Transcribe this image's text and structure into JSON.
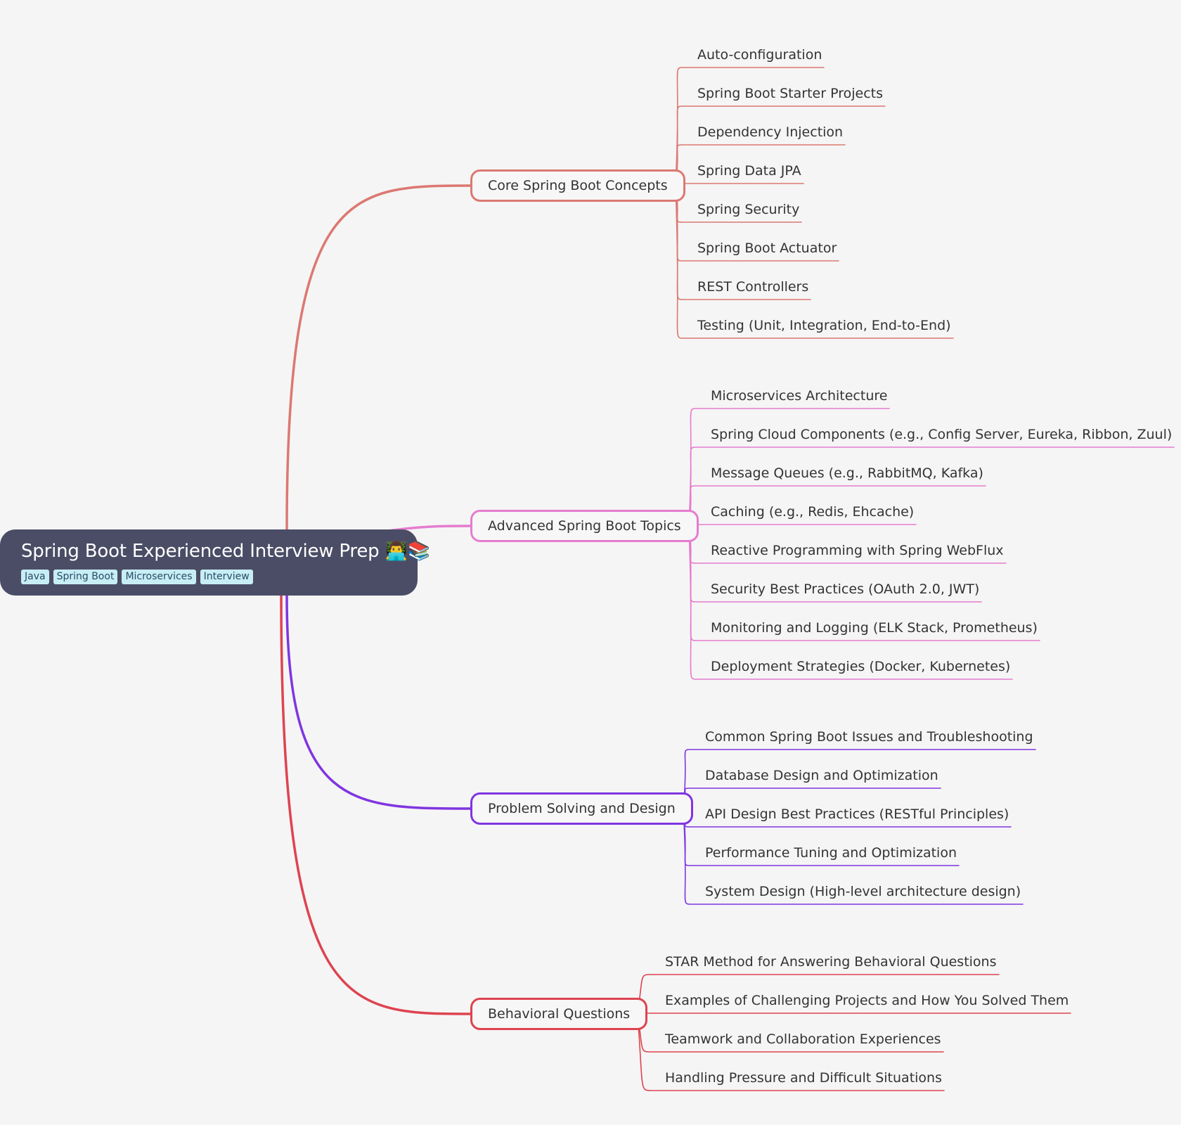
{
  "root": {
    "title": "Spring Boot Experienced Interview Prep 👨‍💻📚",
    "tags": [
      "Java",
      "Spring Boot",
      "Microservices",
      "Interview"
    ]
  },
  "branches": [
    {
      "label": "Core Spring Boot Concepts",
      "color": "#dc7872",
      "children": [
        "Auto-configuration",
        "Spring Boot Starter Projects",
        "Dependency Injection",
        "Spring Data JPA",
        "Spring Security",
        "Spring Boot Actuator",
        "REST Controllers",
        "Testing (Unit, Integration, End-to-End)"
      ]
    },
    {
      "label": "Advanced Spring Boot Topics",
      "color": "#e57ccf",
      "children": [
        "Microservices Architecture",
        "Spring Cloud Components (e.g., Config Server, Eureka, Ribbon, Zuul)",
        "Message Queues (e.g., RabbitMQ, Kafka)",
        "Caching (e.g., Redis, Ehcache)",
        "Reactive Programming with Spring WebFlux",
        "Security Best Practices (OAuth 2.0, JWT)",
        "Monitoring and Logging (ELK Stack, Prometheus)",
        "Deployment Strategies (Docker, Kubernetes)"
      ]
    },
    {
      "label": "Problem Solving and Design",
      "color": "#8035e0",
      "children": [
        "Common Spring Boot Issues and Troubleshooting",
        "Database Design and Optimization",
        "API Design Best Practices (RESTful Principles)",
        "Performance Tuning and Optimization",
        "System Design (High-level architecture design)"
      ]
    },
    {
      "label": "Behavioral Questions",
      "color": "#de4350",
      "children": [
        "STAR Method for Answering Behavioral Questions",
        "Examples of Challenging Projects and How You Solved Them",
        "Teamwork and Collaboration Experiences",
        "Handling Pressure and Difficult Situations"
      ]
    }
  ]
}
